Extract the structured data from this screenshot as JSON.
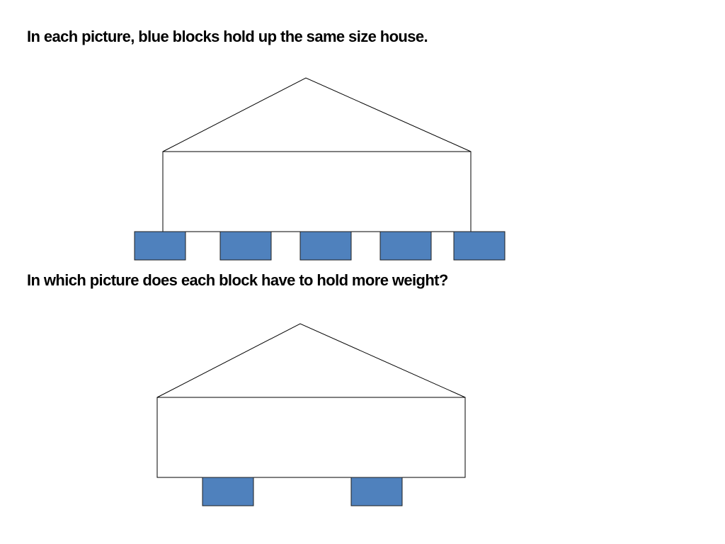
{
  "captions": {
    "top": "In each picture, blue blocks hold up the same size house.",
    "middle": "In which picture does each block have to hold more weight?"
  },
  "colors": {
    "block_fill": "#4F81BD",
    "block_stroke": "#1F1F1F",
    "outline": "#000000",
    "background": "#FFFFFF"
  },
  "pictures": [
    {
      "name": "picture-one",
      "block_count": 5
    },
    {
      "name": "picture-two",
      "block_count": 2
    }
  ]
}
